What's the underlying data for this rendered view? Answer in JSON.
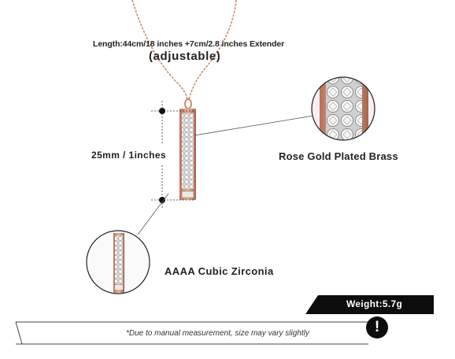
{
  "labels": {
    "length": "Length:44cm/18 inches +7cm/2.8 inches Extender",
    "adjustable": "(adjustable)",
    "size": "25mm / 1inches",
    "material": "Rose Gold Plated Brass",
    "stone": "AAAA Cubic Zirconia",
    "weight": "Weight:5.7g",
    "disclaimer": "*Due to manual measurement, size may vary slightly"
  },
  "icons": {
    "warning": "exclamation-icon"
  },
  "colors": {
    "rose_gold": "#c98a6e",
    "banner": "#0d0d0d",
    "text": "#222222"
  }
}
